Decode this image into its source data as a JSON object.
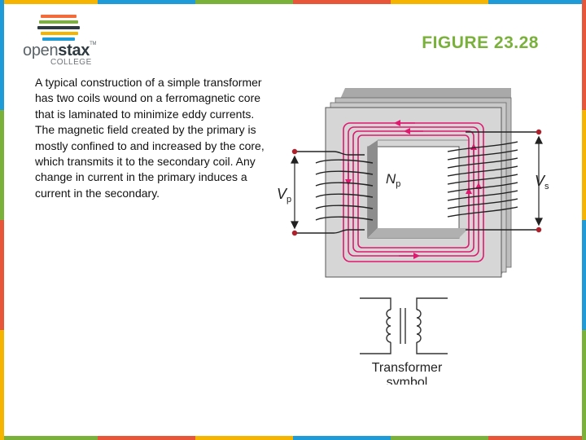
{
  "brand": {
    "logo_word_light": "open",
    "logo_word_bold": "stax",
    "logo_tm": "TM",
    "logo_sub": "COLLEGE",
    "bar_colors": [
      "#f26b3a",
      "#7ab13b",
      "#2f3a40",
      "#f4b400",
      "#1f9bd7"
    ],
    "accent": "#7ab13b"
  },
  "figure_title": "FIGURE 23.28",
  "caption": "A typical construction of a simple transformer has two coils wound on a ferromagnetic core that is laminated to minimize eddy currents. The magnetic field created by the primary is mostly confined to and increased by the core, which transmits it to the secondary coil. Any change in current in the primary induces a current in the secondary.",
  "diagram": {
    "label_vp": "V",
    "label_vp_sub": "p",
    "label_vs": "V",
    "label_vs_sub": "s",
    "label_np": "N",
    "label_np_sub": "p",
    "symbol_label_line1": "Transformer",
    "symbol_label_line2": "symbol",
    "flux_color": "#e0196f"
  },
  "frame_colors": [
    "#f4b400",
    "#1f9bd7",
    "#7ab13b",
    "#e8563a"
  ]
}
